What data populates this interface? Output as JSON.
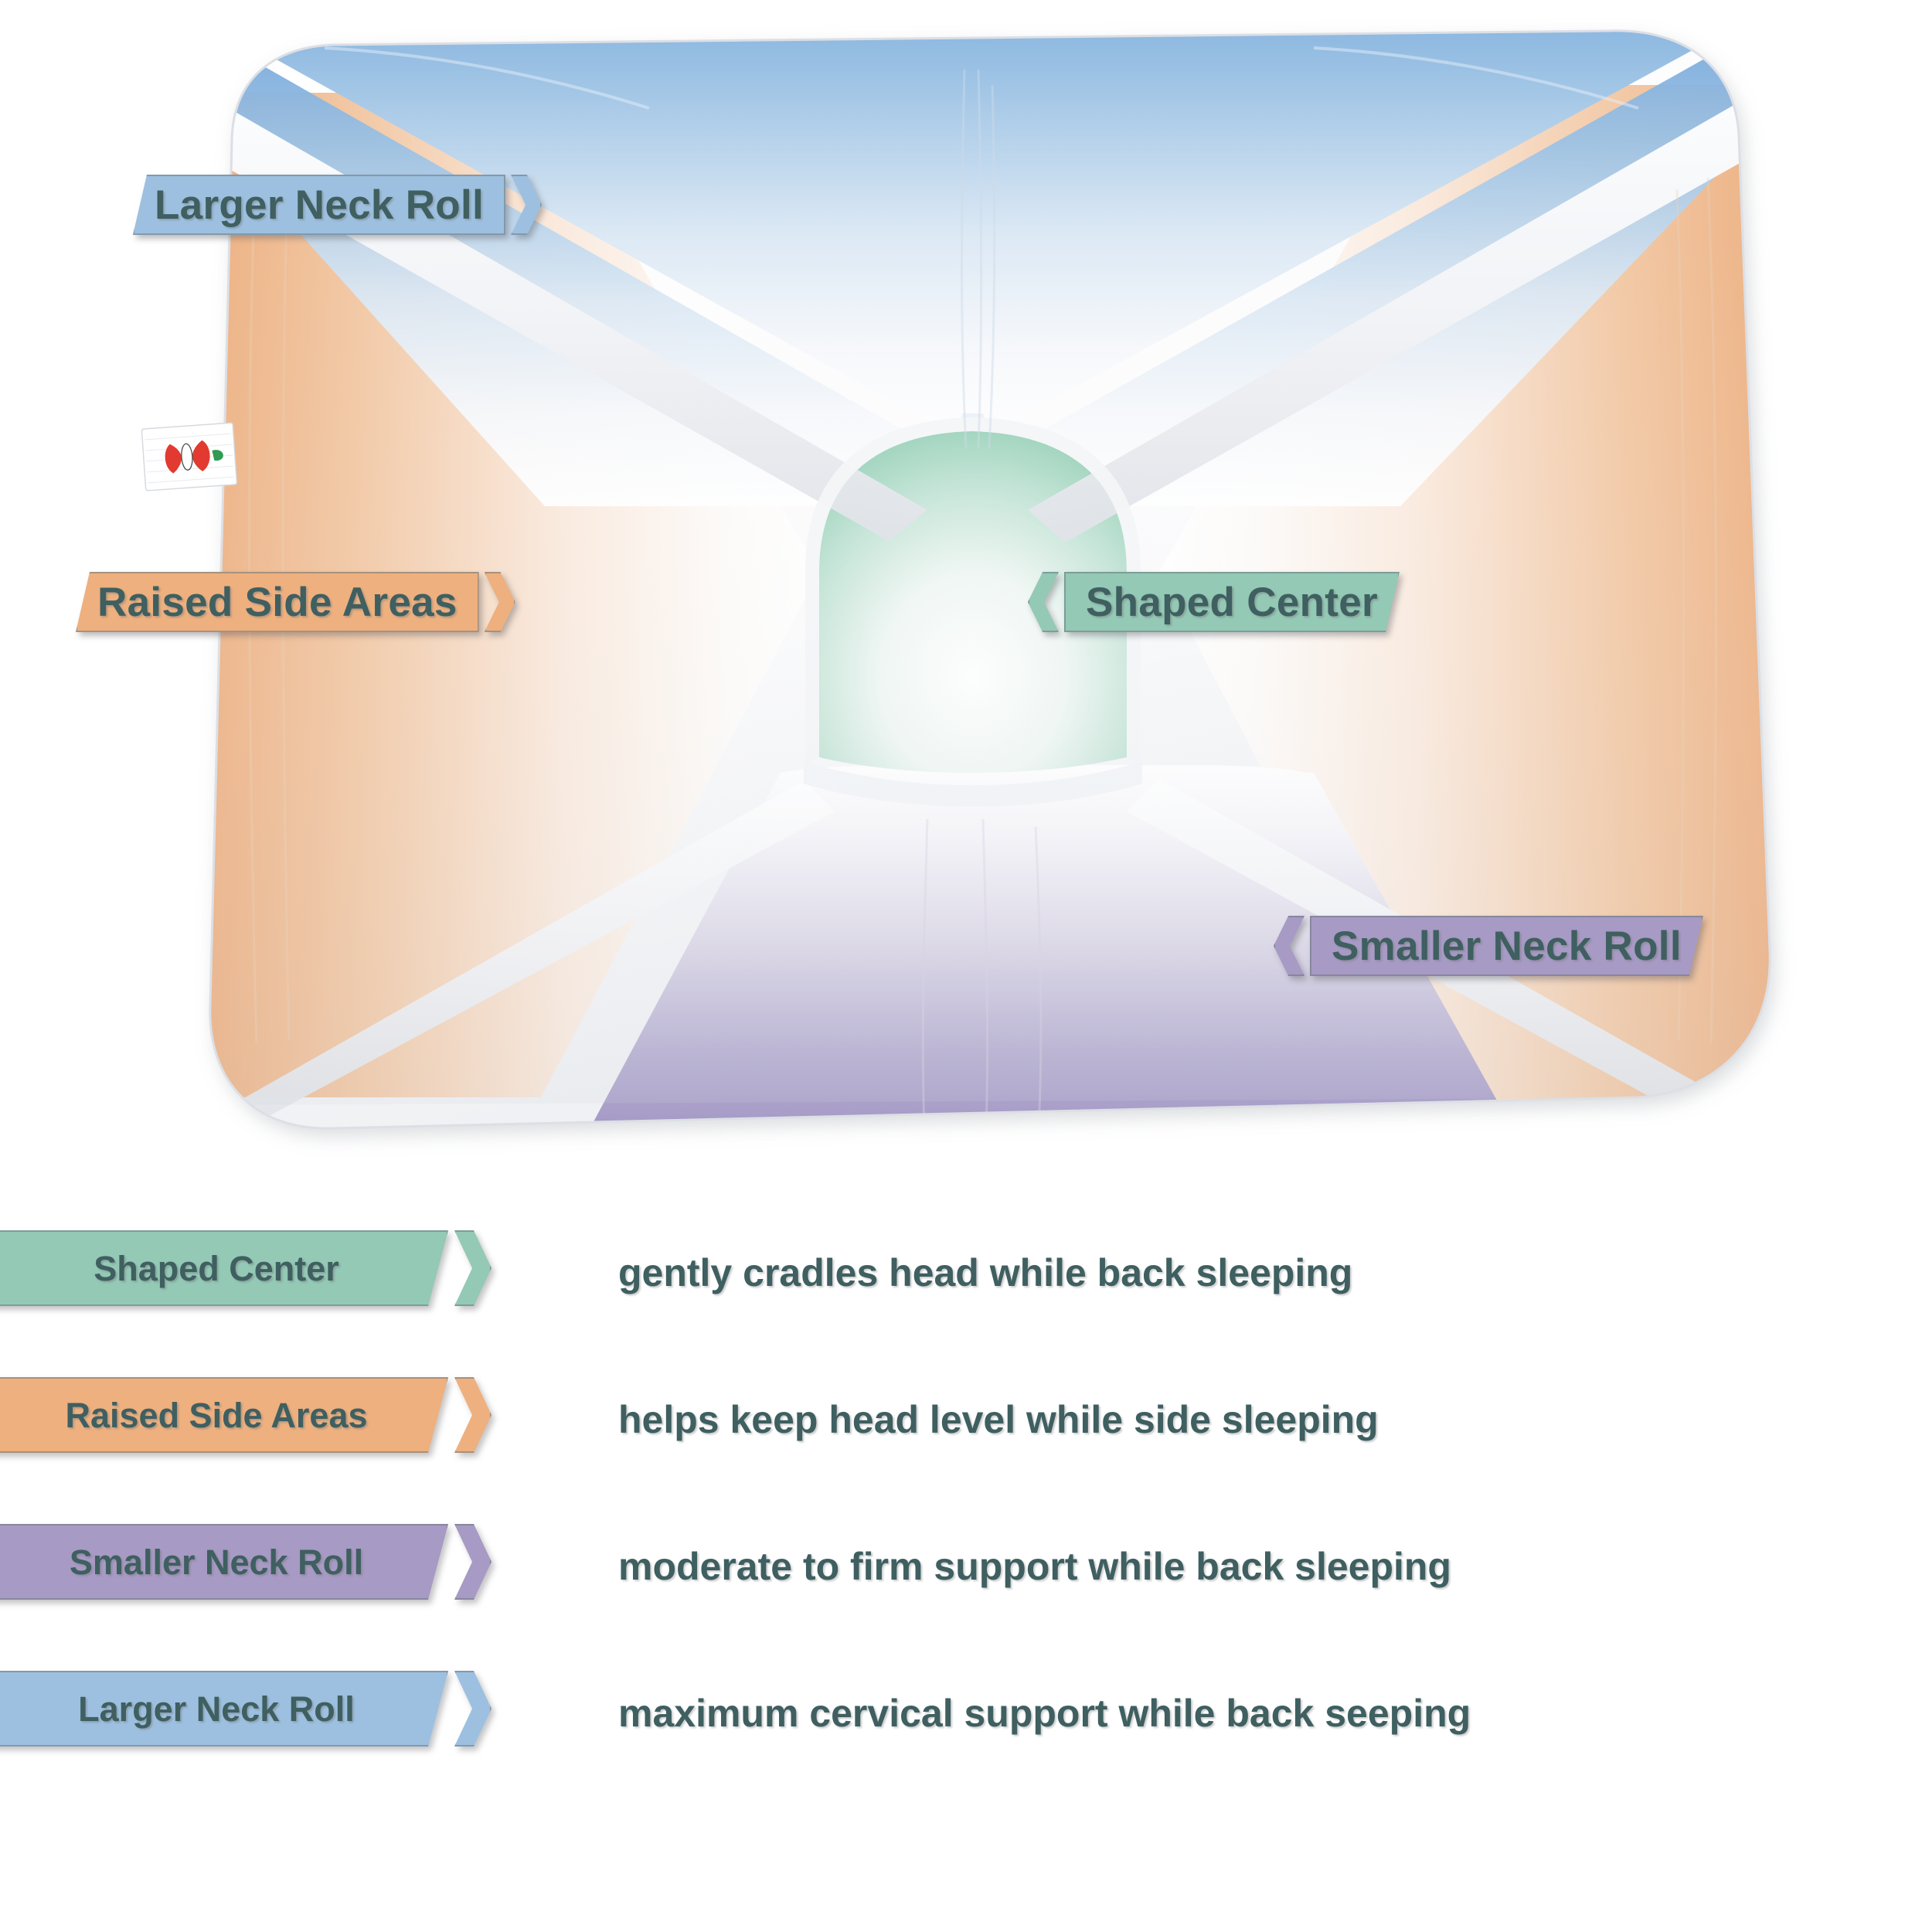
{
  "colors": {
    "neck_roll_large": "#9dc0e0",
    "side_areas": "#eeb07e",
    "shaped_center": "#93c9b5",
    "neck_roll_small": "#a79ac4",
    "label_text": "#3f5f60",
    "pillow_white": "#ffffff",
    "background": "#ffffff"
  },
  "figure": {
    "name": "cervical-support-pillow",
    "product_tag": {
      "name": "brand-tag",
      "logo": "red-butterfly-logo"
    },
    "callouts": [
      {
        "id": "larger-neck-roll",
        "label": "Larger Neck Roll",
        "color": "#9dc0e0",
        "direction": "right"
      },
      {
        "id": "raised-side-areas",
        "label": "Raised Side Areas",
        "color": "#eeb07e",
        "direction": "right"
      },
      {
        "id": "shaped-center",
        "label": "Shaped Center",
        "color": "#93c9b5",
        "direction": "left"
      },
      {
        "id": "smaller-neck-roll",
        "label": "Smaller Neck Roll",
        "color": "#a79ac4",
        "direction": "left"
      }
    ]
  },
  "legend": {
    "rows": [
      {
        "id": "shaped-center",
        "label": "Shaped Center",
        "description": "gently cradles head while back sleeping",
        "color": "#93c9b5",
        "band_width": 580
      },
      {
        "id": "raised-side-areas",
        "label": "Raised Side Areas",
        "description": "helps keep head level while side sleeping",
        "color": "#eeb07e",
        "band_width": 580
      },
      {
        "id": "smaller-neck-roll",
        "label": "Smaller Neck Roll",
        "description": "moderate to firm support while back sleeping",
        "color": "#a79ac4",
        "band_width": 580
      },
      {
        "id": "larger-neck-roll",
        "label": "Larger Neck Roll",
        "description": "maximum cervical support while back seeping",
        "color": "#9dc0e0",
        "band_width": 580
      }
    ]
  }
}
